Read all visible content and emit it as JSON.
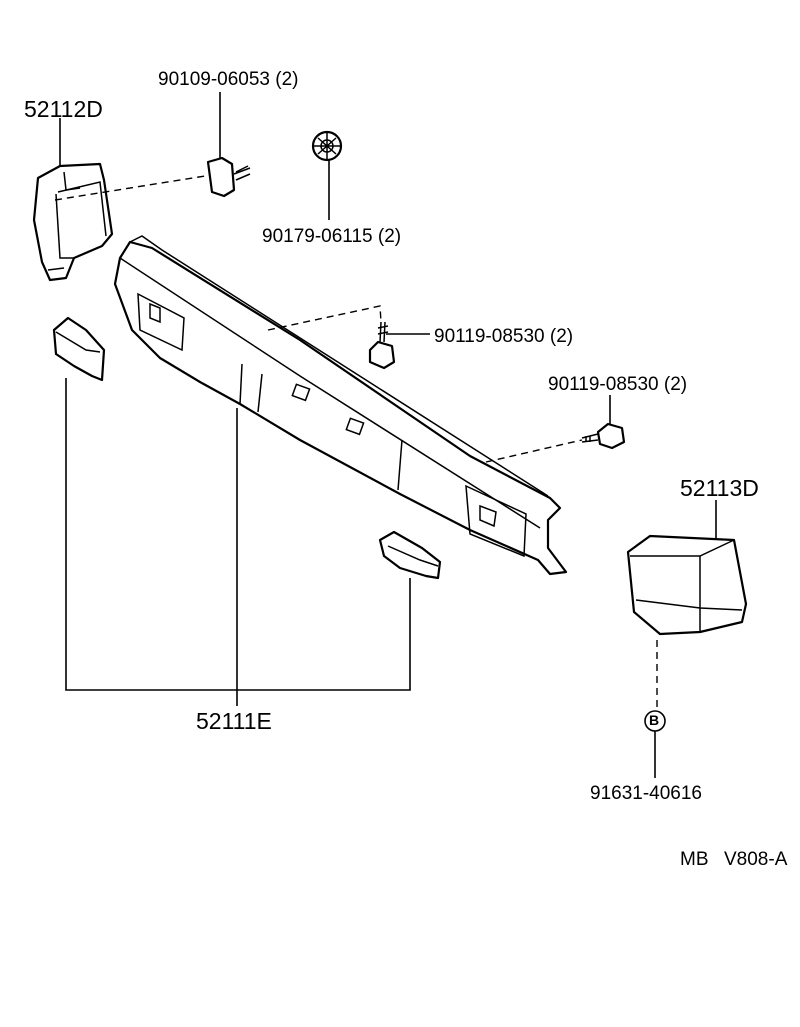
{
  "diagram": {
    "parts": {
      "end_cap_left": "52112D",
      "screw": "90109-06053 (2)",
      "clip": "90179-06115 (2)",
      "bolt_upper": "90119-08530 (2)",
      "bolt_right": "90119-08530 (2)",
      "end_cap_right": "52113D",
      "bumper_reinforcement": "52111E",
      "plug_marker": "B",
      "plug": "91631-40616"
    },
    "footer": {
      "code_left": "MB",
      "code_right": "V808-A"
    }
  }
}
